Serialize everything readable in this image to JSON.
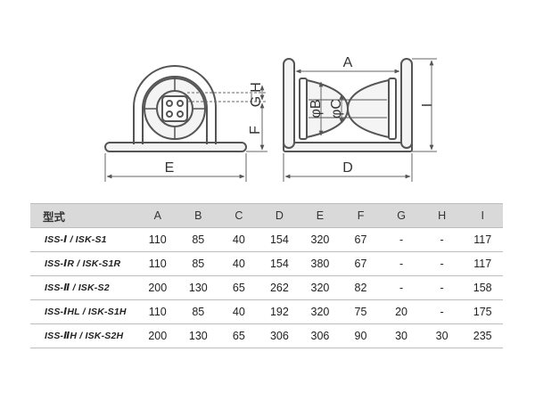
{
  "drawing": {
    "labels": {
      "A": "A",
      "B": "φB",
      "C": "φC",
      "D": "D",
      "E": "E",
      "F": "F",
      "G": "G",
      "H": "H",
      "I": "I"
    }
  },
  "table": {
    "headers": [
      "型式",
      "A",
      "B",
      "C",
      "D",
      "E",
      "F",
      "G",
      "H",
      "I"
    ],
    "rows": [
      {
        "model": "ISS-Ⅰ / ISK-S1",
        "A": "110",
        "B": "85",
        "C": "40",
        "D": "154",
        "E": "320",
        "F": "67",
        "G": "-",
        "H": "-",
        "I": "117"
      },
      {
        "model": "ISS-ⅠR / ISK-S1R",
        "A": "110",
        "B": "85",
        "C": "40",
        "D": "154",
        "E": "380",
        "F": "67",
        "G": "-",
        "H": "-",
        "I": "117"
      },
      {
        "model": "ISS-Ⅱ / ISK-S2",
        "A": "200",
        "B": "130",
        "C": "65",
        "D": "262",
        "E": "320",
        "F": "82",
        "G": "-",
        "H": "-",
        "I": "158"
      },
      {
        "model": "ISS-ⅠHL / ISK-S1H",
        "A": "110",
        "B": "85",
        "C": "40",
        "D": "192",
        "E": "320",
        "F": "75",
        "G": "20",
        "H": "-",
        "I": "175"
      },
      {
        "model": "ISS-ⅡH / ISK-S2H",
        "A": "200",
        "B": "130",
        "C": "65",
        "D": "306",
        "E": "306",
        "F": "90",
        "G": "30",
        "H": "30",
        "I": "235"
      }
    ]
  },
  "colors": {
    "line": "#555555",
    "fill": "#f4f4f4",
    "header_bg": "#d9d9d9"
  }
}
